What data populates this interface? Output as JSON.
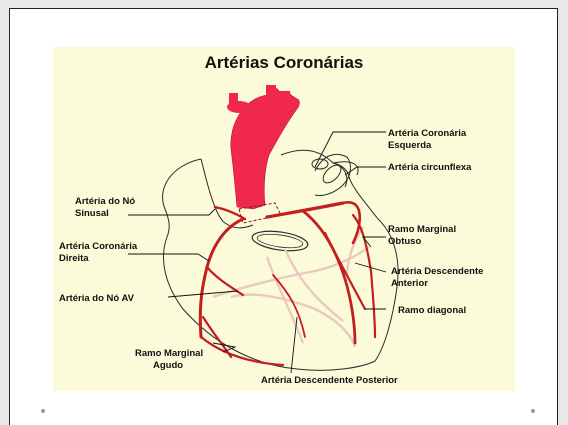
{
  "title": "Artérias Coronárias",
  "labels": {
    "coronaria_esquerda_1": "Artéria Coronária",
    "coronaria_esquerda_2": "Esquerda",
    "circunflexa": "Artéria circunflexa",
    "no_sinusal_1": "Artéria do Nó",
    "no_sinusal_2": "Sinusal",
    "coronaria_direita_1": "Artéria Coronária",
    "coronaria_direita_2": "Direita",
    "marginal_obtuso_1": "Ramo Marginal",
    "marginal_obtuso_2": "Obtuso",
    "descendente_anterior_1": "Artéria Descendente",
    "descendente_anterior_2": "Anterior",
    "no_av": "Artéria do Nó AV",
    "ramo_diagonal": "Ramo diagonal",
    "marginal_agudo_1": "Ramo Marginal",
    "marginal_agudo_2": "Agudo",
    "descendente_posterior": "Artéria Descendente Posterior"
  },
  "colors": {
    "aorta": "#f0284e",
    "artery": "#c41e1e",
    "vein": "#e9c9c0",
    "figure_background": "#fbfbd9"
  }
}
